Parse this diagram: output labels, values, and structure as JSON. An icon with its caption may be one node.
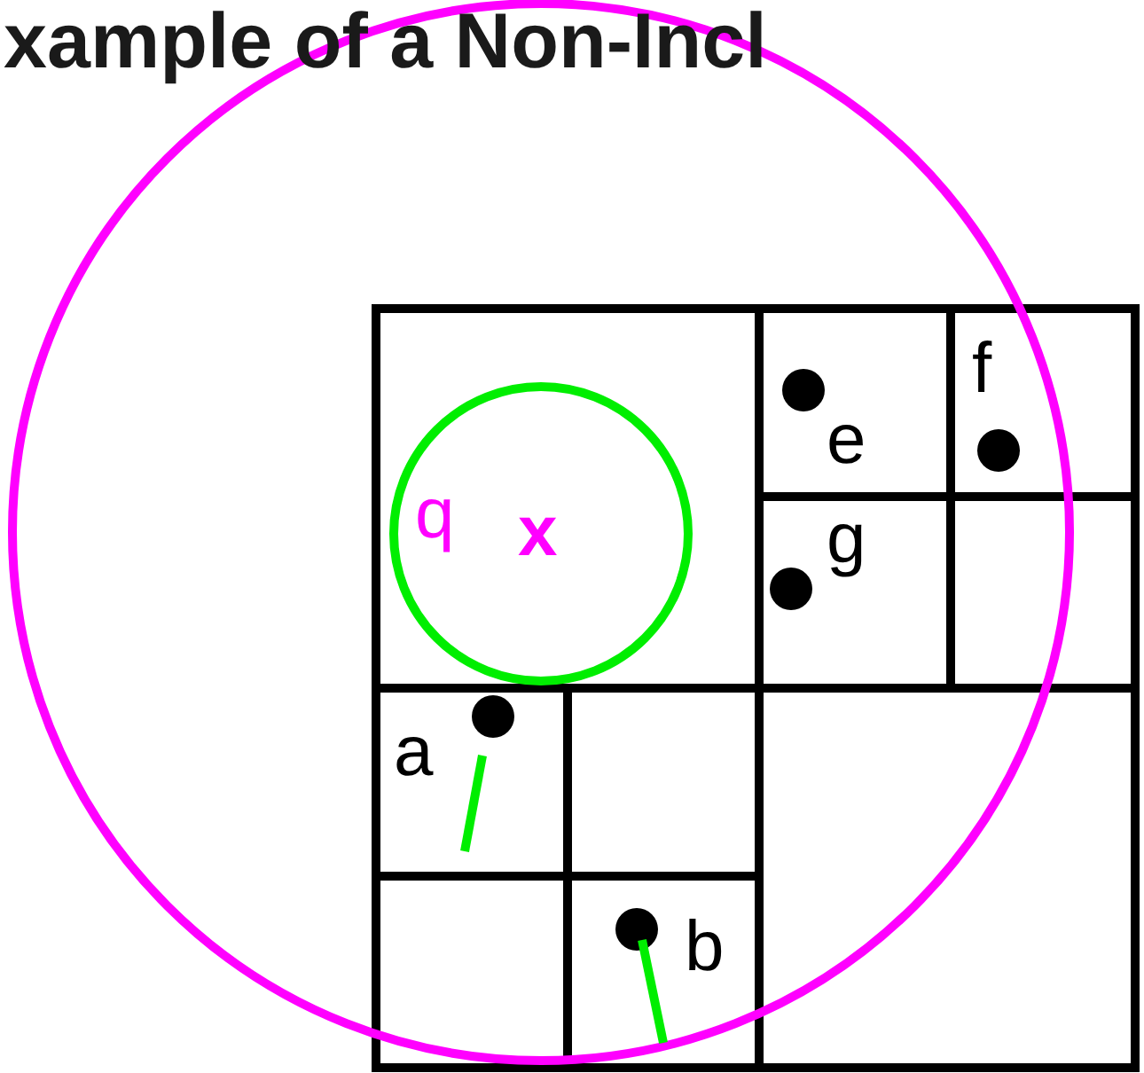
{
  "diagram": {
    "title": "xample of a Non-Incl",
    "labels": [
      "f",
      "e",
      "q",
      "x",
      "g",
      "a",
      "b"
    ]
  }
}
